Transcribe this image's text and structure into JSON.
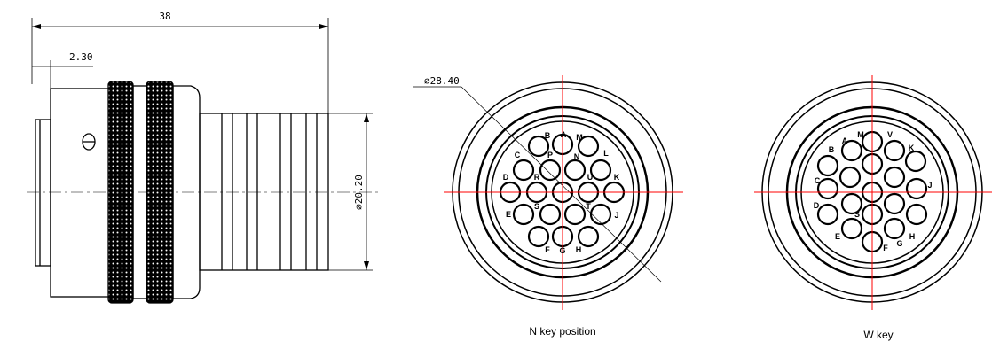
{
  "side_view": {
    "overall_length": "38",
    "flange_offset": "2.30",
    "diameter": "∅20.20"
  },
  "n_key": {
    "diameter": "∅28.40",
    "caption": "N key position",
    "labels": [
      "B",
      "A",
      "M",
      "C",
      "P",
      "N",
      "L",
      "D",
      "R",
      "U",
      "K",
      "E",
      "S",
      "T",
      "J",
      "F",
      "G",
      "H"
    ]
  },
  "w_key": {
    "caption": "W key",
    "labels": [
      "B",
      "A",
      "M",
      "V",
      "K",
      "C",
      "J",
      "D",
      "S",
      "E",
      "F",
      "G",
      "H"
    ]
  },
  "colors": {
    "line": "#000000",
    "centerline": "#ff0000"
  }
}
